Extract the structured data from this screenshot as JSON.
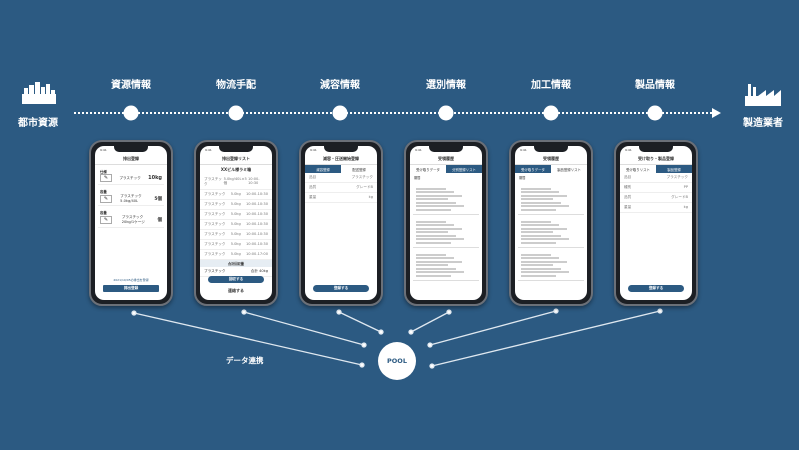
{
  "flow": {
    "source": "都市資源",
    "destination": "製造業者",
    "steps": [
      "資源情報",
      "物流手配",
      "減容情報",
      "選別情報",
      "加工情報",
      "製品情報"
    ]
  },
  "pool": {
    "label": "POOL",
    "link_label": "データ連携"
  },
  "phones": [
    {
      "title": "排出登録",
      "items": [
        {
          "head": "仕様",
          "name": "プラスチック",
          "qty": "10kg"
        },
        {
          "head": "容量",
          "name": "プラスチック 5.0kg/40L",
          "qty": "5個"
        },
        {
          "head": "容量",
          "name": "プラスチック 20kg/1ケージ",
          "qty": "個"
        }
      ],
      "note": "2021/10/05の排出を登録",
      "button": "排出登録"
    },
    {
      "title": "排出登録リスト",
      "subtitle": "XXビル様ラミ箱",
      "rows": [
        {
          "name": "プラスチック",
          "weight": "5.0kg/40L×5個",
          "time": "10:00-10:30"
        },
        {
          "name": "プラスチック",
          "weight": "5.0kg",
          "time": "10:00-10:30"
        },
        {
          "name": "プラスチック",
          "weight": "5.0kg",
          "time": "10:00-10:30"
        },
        {
          "name": "プラスチック",
          "weight": "5.0kg",
          "time": "10:00-10:30"
        },
        {
          "name": "プラスチック",
          "weight": "5.0kg",
          "time": "10:00-10:30"
        },
        {
          "name": "プラスチック",
          "weight": "5.0kg",
          "time": "10:00-10:30"
        },
        {
          "name": "プラスチック",
          "weight": "5.0kg",
          "time": "10:00-10:30"
        },
        {
          "name": "プラスチック",
          "weight": "5.0kg",
          "time": "10:00-17:00"
        }
      ],
      "total_label": "合計回収量",
      "total_name": "プラスチック",
      "total_value": "合計 40kg",
      "button": "回収する",
      "button2": "連絡する"
    },
    {
      "title": "減容・圧送開始登録",
      "tabs": [
        "減容登録",
        "配送登録"
      ],
      "fields": [
        {
          "k": "品目",
          "v": "プラスチック"
        },
        {
          "k": "品質",
          "v": "グレードB"
        },
        {
          "k": "重量",
          "v": "kg"
        }
      ],
      "button": "登録する"
    },
    {
      "title": "受領履歴",
      "tabs": [
        "受け取りデータ",
        "分別登録リスト"
      ],
      "date_label": "期間"
    },
    {
      "title": "受領履歴",
      "tabs": [
        "受け取りデータ",
        "製品登録リスト"
      ],
      "date_label": "期間"
    },
    {
      "title": "受け取り・製品登録",
      "tabs": [
        "受け取りリスト",
        "製品登録"
      ],
      "fields": [
        {
          "k": "品目",
          "v": "プラスチック"
        },
        {
          "k": "種別",
          "v": "PP"
        },
        {
          "k": "品質",
          "v": "グレードB"
        },
        {
          "k": "重量",
          "v": "kg"
        }
      ],
      "button": "登録する"
    }
  ]
}
